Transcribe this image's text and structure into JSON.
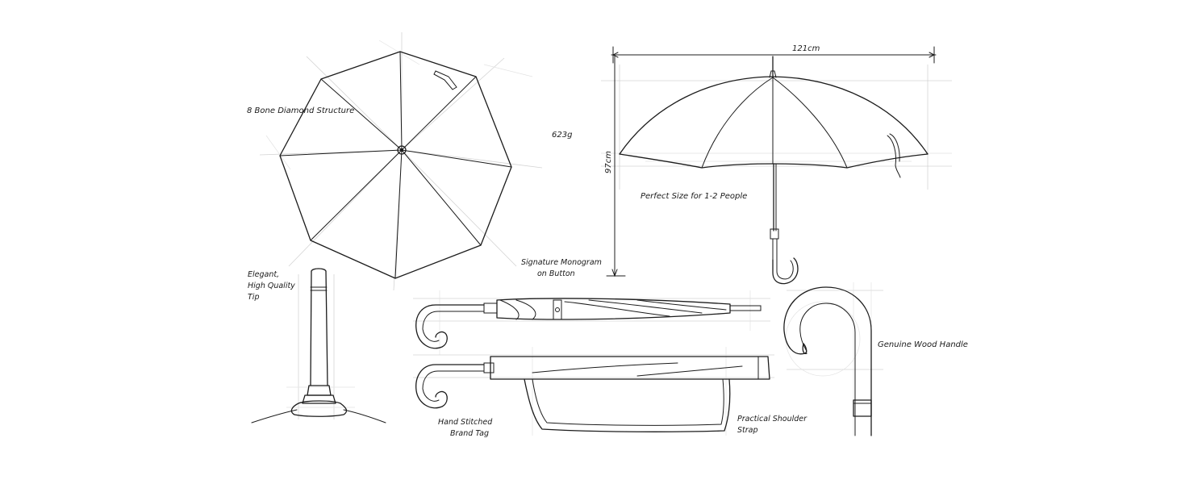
{
  "labels": {
    "structure": "8 Bone Diamond Structure",
    "weight": "623g",
    "width": "121cm",
    "height": "97cm",
    "size": "Perfect Size for 1-2 People",
    "monogram_line1": "Signature Monogram",
    "monogram_line2": "on Button",
    "tip_line1": "Elegant,",
    "tip_line2": "High Quality",
    "tip_line3": "Tip",
    "handle": "Genuine Wood Handle",
    "tag_line1": "Hand Stitched",
    "tag_line2": "Brand Tag",
    "strap_line1": "Practical Shoulder",
    "strap_line2": "Strap"
  }
}
